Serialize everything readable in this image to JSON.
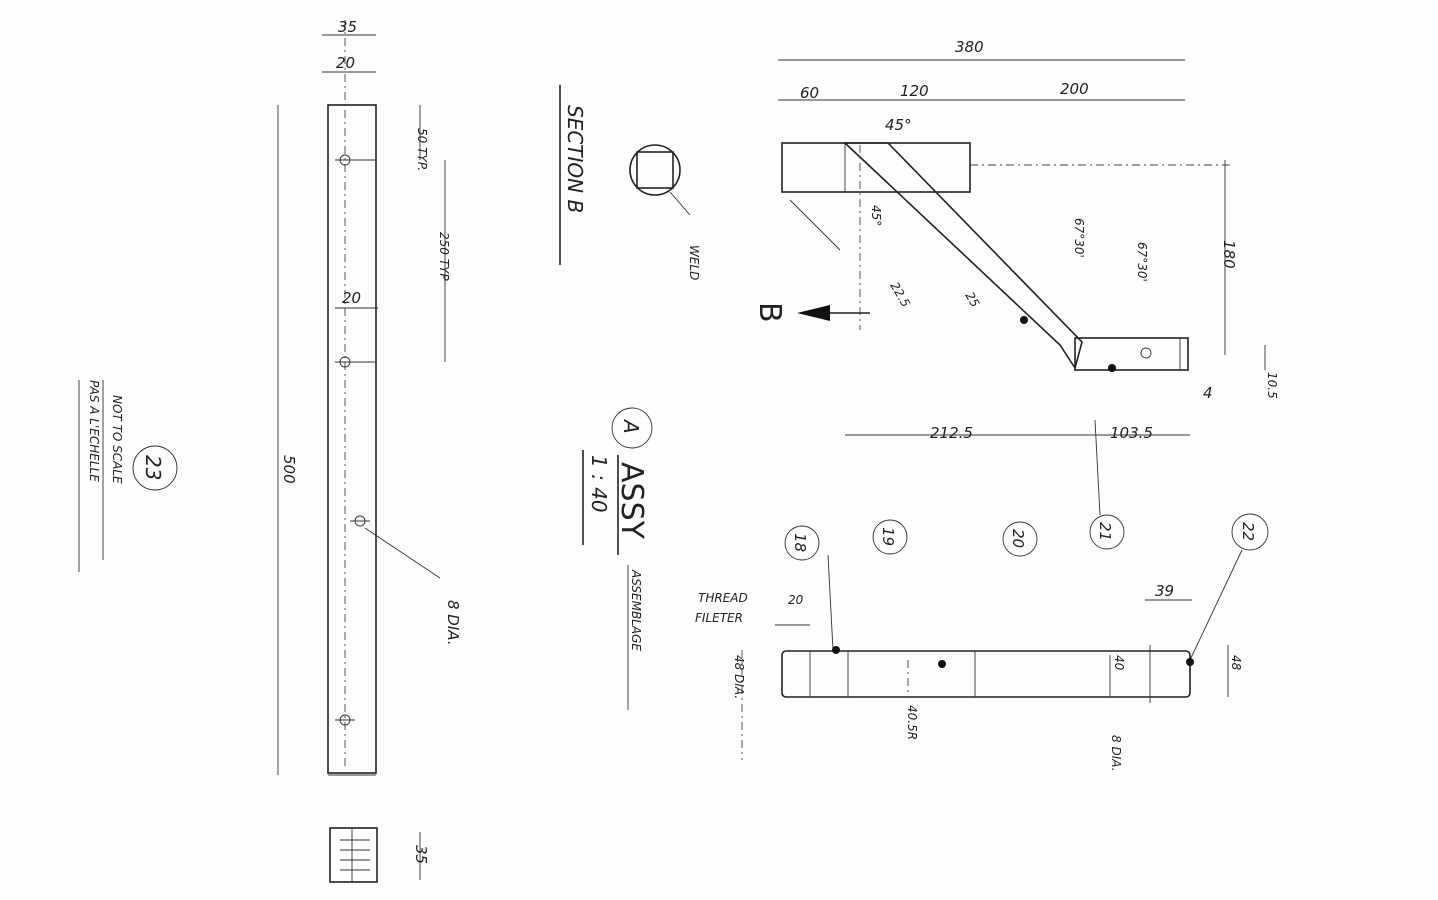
{
  "drawing": {
    "part_a": {
      "width_35": "35",
      "width_20": "20",
      "hole_pitch_end": "50 TYP.",
      "hole_pitch": "250 TYP",
      "width_20b": "20",
      "length": "500",
      "hole_dia": "8 DIA.",
      "section_35": "35"
    },
    "section": {
      "title": "SECTION B",
      "weld": "WELD"
    },
    "assembly": {
      "balloon": "A",
      "title": "ASSY",
      "subtitle": "ASSEMBLAGE",
      "scale": "1 : 40"
    },
    "note": {
      "balloon": "23",
      "line1": "NOT TO SCALE",
      "line2": "PAS A L'ECHELLE"
    },
    "top_view": {
      "overall": "380",
      "d60": "60",
      "d120": "120",
      "d200": "200",
      "angle_top": "45°",
      "angle_left": "45°",
      "d22_5": "22.5",
      "d25": "25",
      "angle1": "67°30'",
      "angle2": "67°30'",
      "d180": "180",
      "d10_5": "10.5",
      "d4": "4",
      "d212_5": "212.5",
      "d103_5": "103.5",
      "section_marker": "B"
    },
    "balloons": [
      "18",
      "19",
      "20",
      "21",
      "22"
    ],
    "tube": {
      "thread_label": "THREAD",
      "thread_dim": "20",
      "filter_label": "FILETER",
      "dia48": "48 DIA.",
      "r40_5": "40.5R",
      "d40": "40",
      "d39": "39",
      "d48": "48",
      "dia8": "8 DIA."
    }
  }
}
